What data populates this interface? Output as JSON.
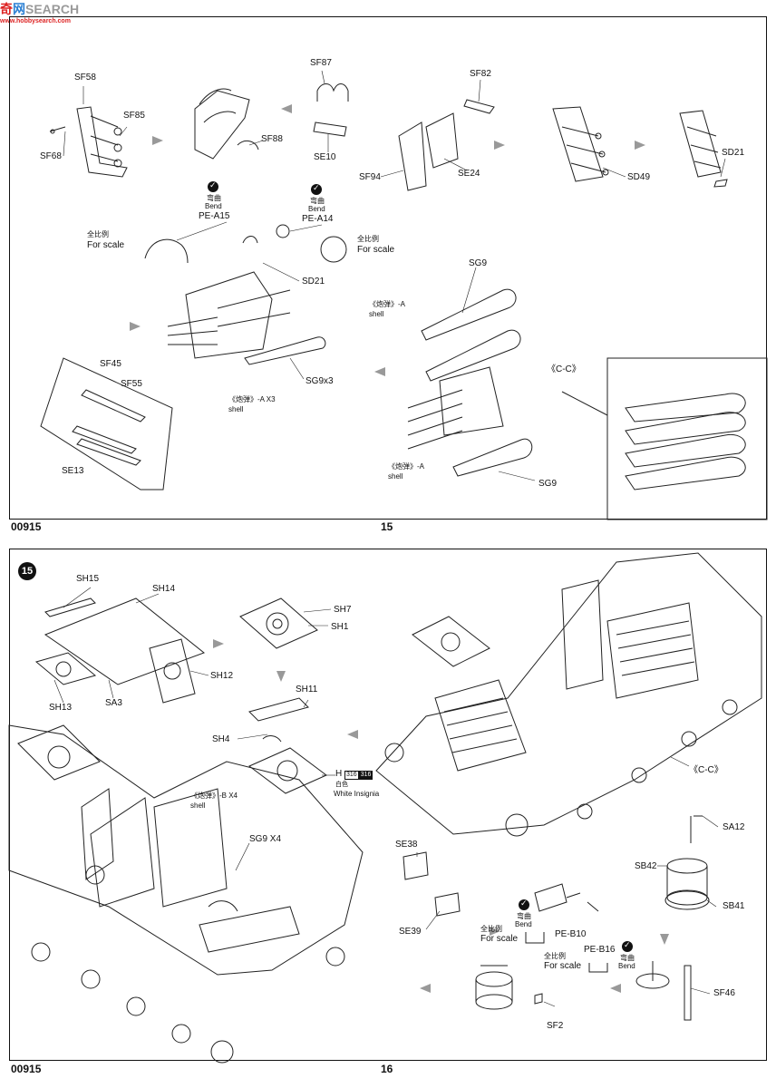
{
  "watermark": {
    "part1": "奇",
    "part2": "网",
    "part3": "SEARCH",
    "sub": "www.hobbysearch.com"
  },
  "page_top": {
    "code": "00915",
    "number": "15",
    "section_label": "《C-C》",
    "labels": {
      "sf58": "SF58",
      "sf85": "SF85",
      "sf68": "SF68",
      "sf88": "SF88",
      "sf87": "SF87",
      "se10": "SE10",
      "sf82": "SF82",
      "sf94": "SF94",
      "se24": "SE24",
      "sd49": "SD49",
      "sd21a": "SD21",
      "bend1": "弯曲",
      "bend1_en": "Bend",
      "pe_a15": "PE-A15",
      "bend2": "弯曲",
      "bend2_en": "Bend",
      "pe_a14": "PE-A14",
      "scale1_cn": "全比例",
      "scale1_en": "For scale",
      "scale2_cn": "全比例",
      "scale2_en": "For scale",
      "sd21b": "SD21",
      "sf45": "SF45",
      "sf55": "SF55",
      "se13": "SE13",
      "shell1_cn": "《炮弹》-A X3",
      "shell1_en": "shell",
      "sg9x3": "SG9x3",
      "sg9a": "SG9",
      "shell2_cn": "《炮弹》-A",
      "shell2_en": "shell",
      "shell3_cn": "《炮弹》-A",
      "shell3_en": "shell",
      "sg9b": "SG9"
    }
  },
  "page_bottom": {
    "step": "15",
    "code": "00915",
    "number": "16",
    "section_label": "《C-C》",
    "labels": {
      "sh15": "SH15",
      "sh14": "SH14",
      "sh13": "SH13",
      "sa3": "SA3",
      "sh12": "SH12",
      "sh7": "SH7",
      "sh1": "SH1",
      "sh11": "SH11",
      "sh4": "SH4",
      "h_prefix": "H",
      "h316a": "316",
      "h316b": "316",
      "white_cn": "白色",
      "white_en": "White Insignia",
      "shell_b_cn": "《炮弹》-B X4",
      "shell_b_en": "shell",
      "sg9x4": "SG9 X4",
      "sa12": "SA12",
      "sb42": "SB42",
      "sb41": "SB41",
      "se38": "SE38",
      "se39": "SE39",
      "bend3": "弯曲",
      "bend3_en": "Bend",
      "scale3_cn": "全比例",
      "scale3_en": "For scale",
      "pe_b10": "PE-B10",
      "pe_b16": "PE-B16",
      "bend4": "弯曲",
      "bend4_en": "Bend",
      "scale4_cn": "全比例",
      "scale4_en": "For scale",
      "sf46": "SF46",
      "sf2": "SF2"
    }
  }
}
